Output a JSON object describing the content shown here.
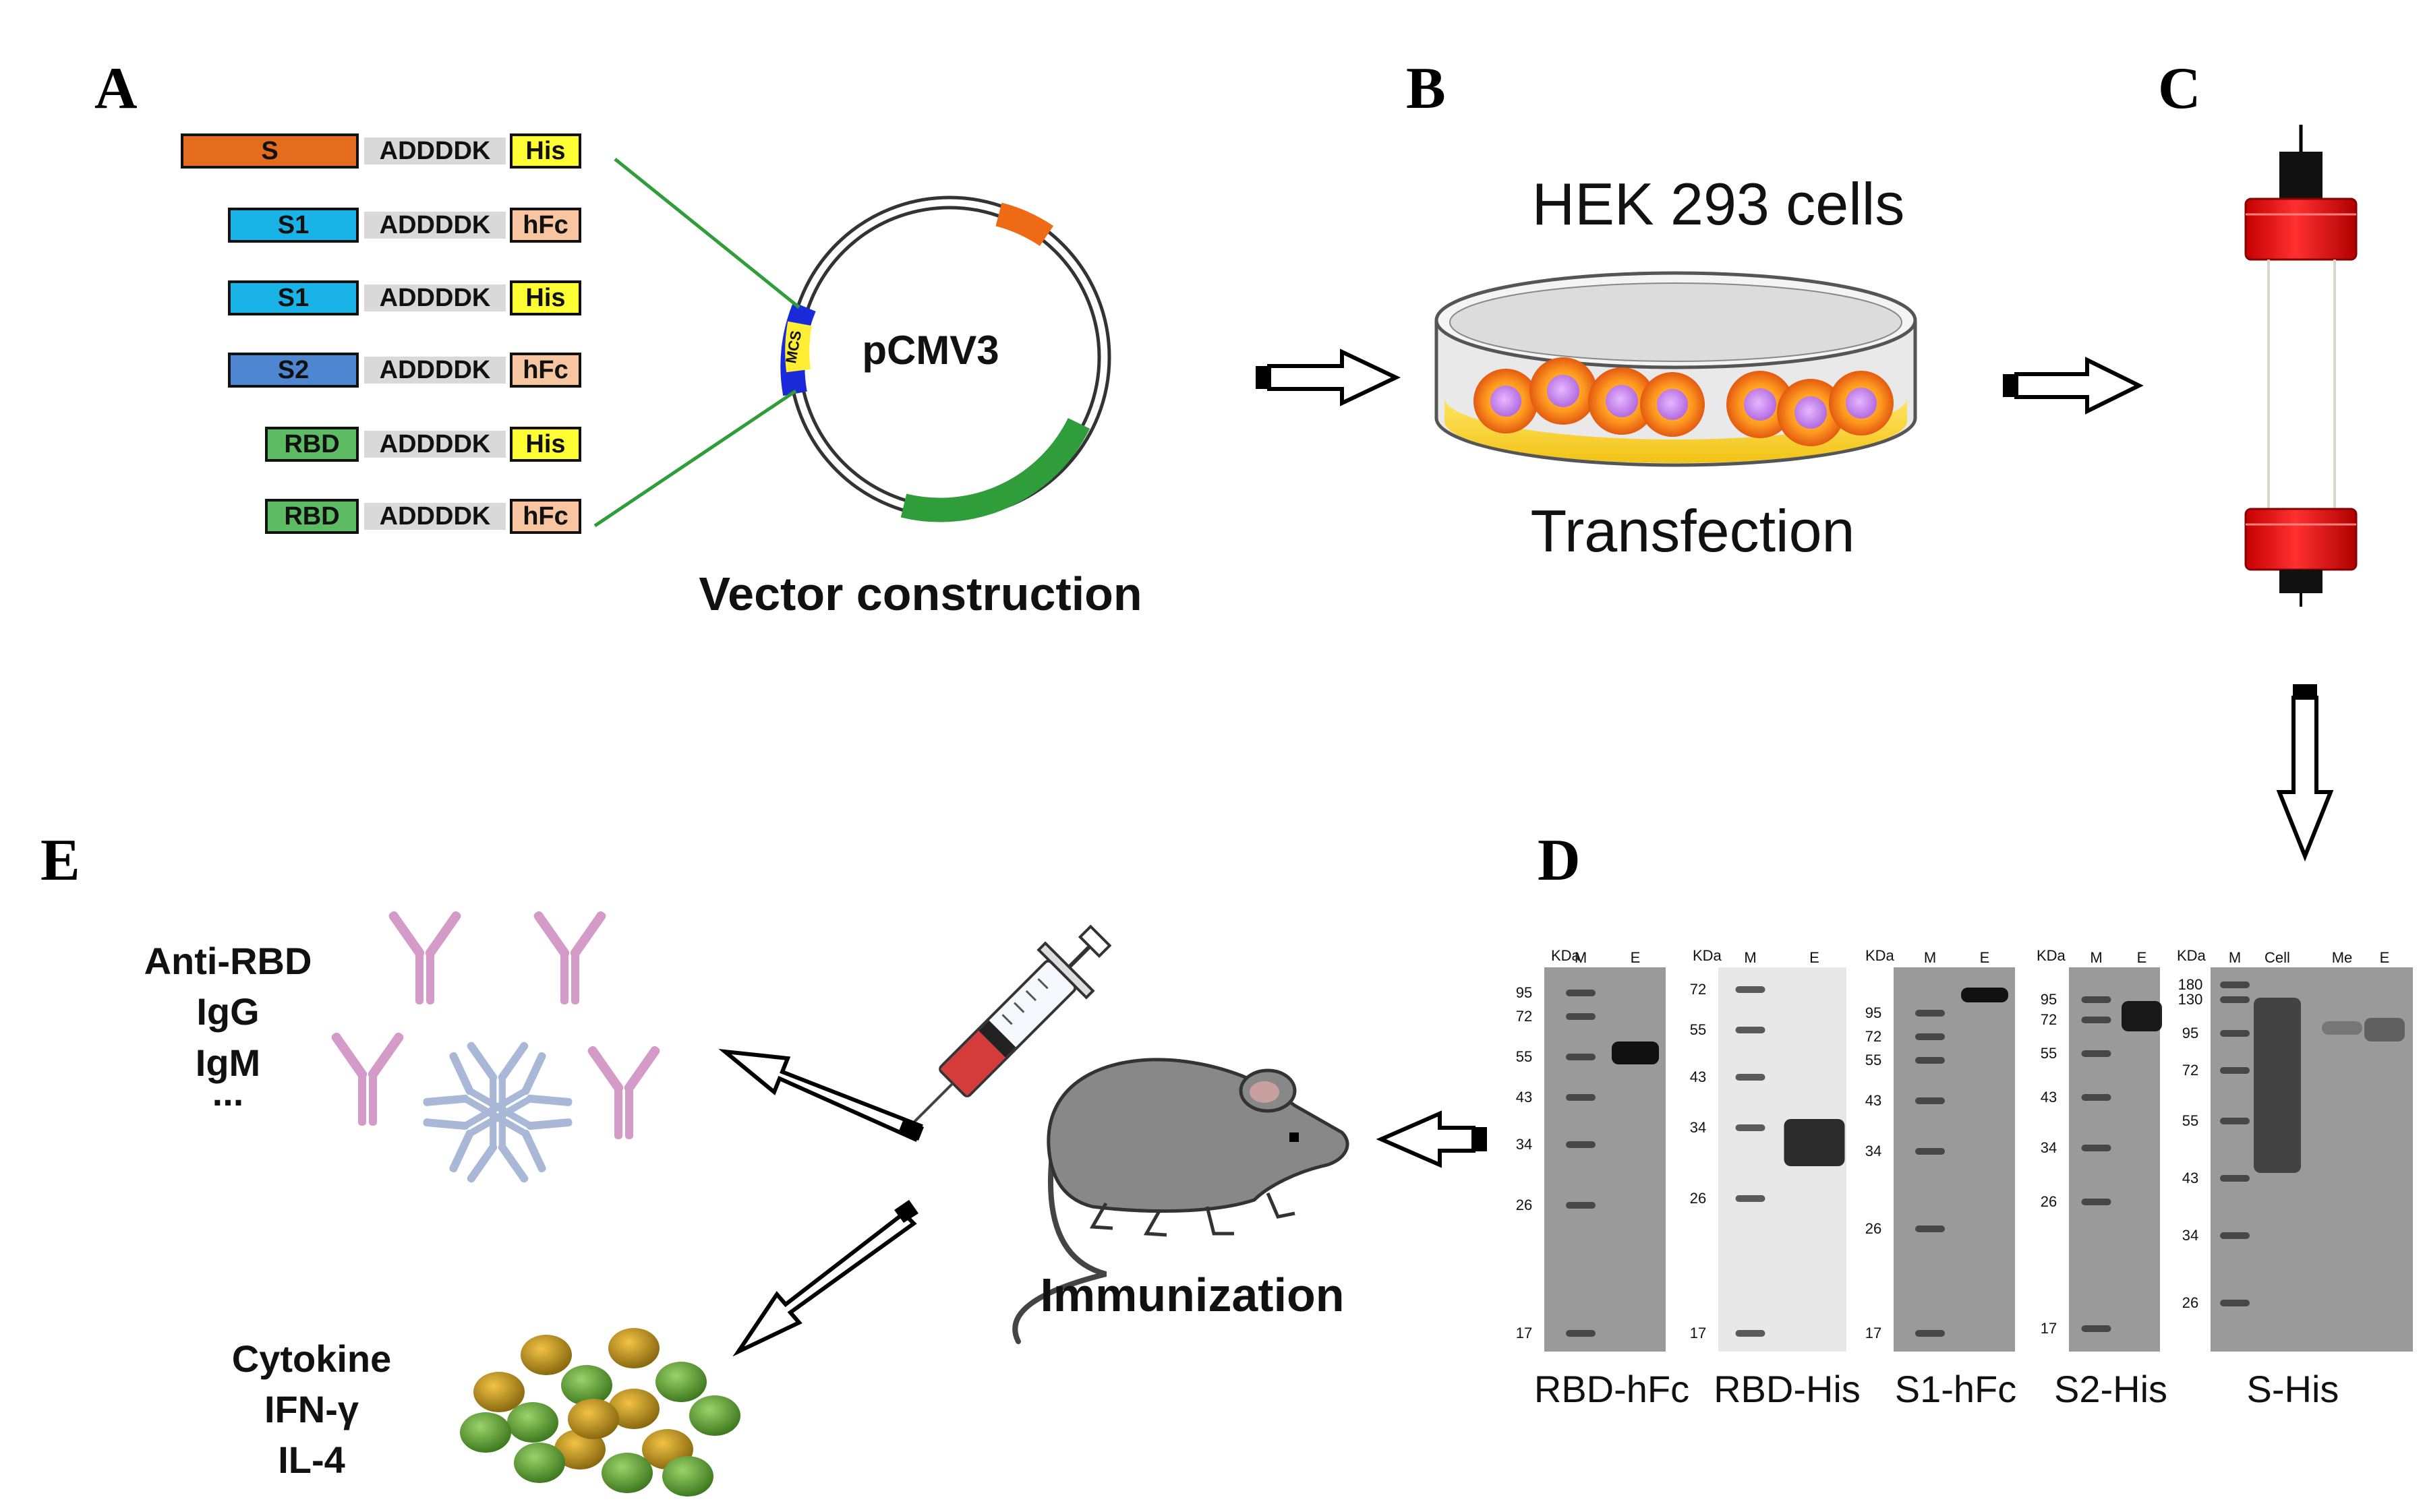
{
  "panels": {
    "a": "A",
    "b": "B",
    "c": "C",
    "d": "D",
    "e": "E"
  },
  "constructs": [
    {
      "antigen": "S",
      "linker": "ADDDDK",
      "tag": "His",
      "antigen_color": "#e36c1f",
      "tag_color": "#ffff33"
    },
    {
      "antigen": "S1",
      "linker": "ADDDDK",
      "tag": "hFc",
      "antigen_color": "#19b3e8",
      "tag_color": "#f7c59f"
    },
    {
      "antigen": "S1",
      "linker": "ADDDDK",
      "tag": "His",
      "antigen_color": "#19b3e8",
      "tag_color": "#ffff33"
    },
    {
      "antigen": "S2",
      "linker": "ADDDDK",
      "tag": "hFc",
      "antigen_color": "#4f86d1",
      "tag_color": "#f7c59f"
    },
    {
      "antigen": "RBD",
      "linker": "ADDDDK",
      "tag": "His",
      "antigen_color": "#5dbb63",
      "tag_color": "#ffff33"
    },
    {
      "antigen": "RBD",
      "linker": "ADDDDK",
      "tag": "hFc",
      "antigen_color": "#5dbb63",
      "tag_color": "#f7c59f"
    }
  ],
  "plasmid": {
    "name": "pCMV3",
    "mcs_label": "MCS"
  },
  "captions": {
    "vector": "Vector construction",
    "cells": "HEK 293 cells",
    "transfection": "Transfection",
    "immunization": "Immunization"
  },
  "responses": {
    "antibody": [
      "Anti-RBD",
      "IgG",
      "IgM",
      "..."
    ],
    "cytokine": [
      "Cytokine",
      "IFN-γ",
      "IL-4"
    ]
  },
  "blots": [
    {
      "caption": "RBD-hFc",
      "kda_label": "KDa",
      "markers": [
        "95",
        "72",
        "55",
        "43",
        "34",
        "26",
        "17"
      ],
      "lanes": [
        "M",
        "E"
      ]
    },
    {
      "caption": "RBD-His",
      "kda_label": "KDa",
      "markers": [
        "72",
        "55",
        "43",
        "34",
        "26",
        "17"
      ],
      "lanes": [
        "M",
        "E"
      ]
    },
    {
      "caption": "S1-hFc",
      "kda_label": "KDa",
      "markers": [
        "95",
        "72",
        "55",
        "43",
        "34",
        "26",
        "17"
      ],
      "lanes": [
        "M",
        "E"
      ]
    },
    {
      "caption": "S2-His",
      "kda_label": "KDa",
      "markers": [
        "95",
        "72",
        "55",
        "43",
        "34",
        "26",
        "17"
      ],
      "lanes": [
        "M",
        "E"
      ]
    },
    {
      "caption": "S-His",
      "kda_label": "KDa",
      "markers": [
        "180",
        "130",
        "95",
        "72",
        "55",
        "43",
        "34",
        "26"
      ],
      "lanes": [
        "M",
        "Cell",
        "Me",
        "E"
      ]
    }
  ]
}
